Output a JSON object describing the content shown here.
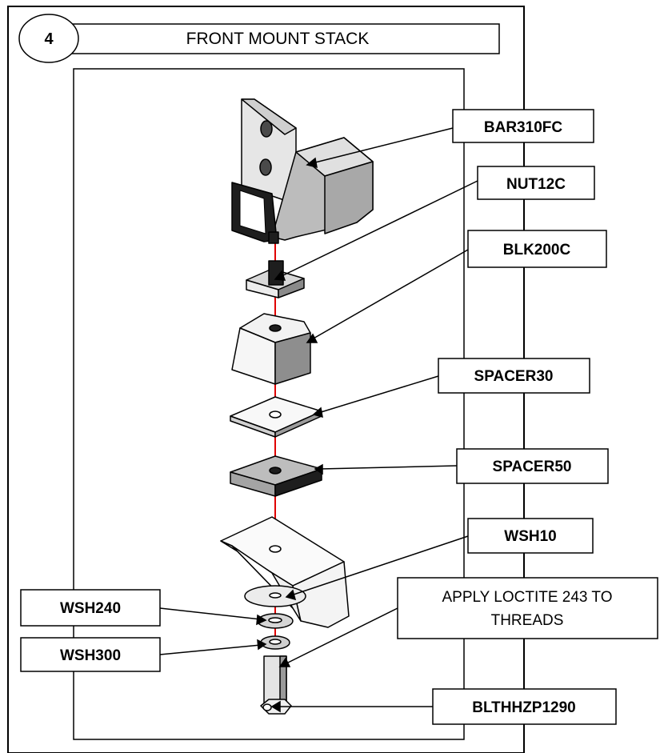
{
  "header": {
    "step_number": "4",
    "title": "FRONT MOUNT STACK"
  },
  "parts": [
    {
      "id": "bar310fc",
      "label": "BAR310FC"
    },
    {
      "id": "nut12c",
      "label": "NUT12C"
    },
    {
      "id": "blk200c",
      "label": "BLK200C"
    },
    {
      "id": "spacer30",
      "label": "SPACER30"
    },
    {
      "id": "spacer50",
      "label": "SPACER50"
    },
    {
      "id": "wsh10",
      "label": "WSH10"
    },
    {
      "id": "wsh240",
      "label": "WSH240"
    },
    {
      "id": "wsh300",
      "label": "WSH300"
    },
    {
      "id": "blthhzp1290",
      "label": "BLTHHZP1290"
    }
  ],
  "note": {
    "line1": "APPLY LOCTITE 243 TO",
    "line2": "THREADS"
  },
  "colors": {
    "assembly_axis": "#e00000",
    "face_dark": "#5a5a5a",
    "face_mid": "#b4b4b4",
    "face_light": "#e8e8e8"
  }
}
